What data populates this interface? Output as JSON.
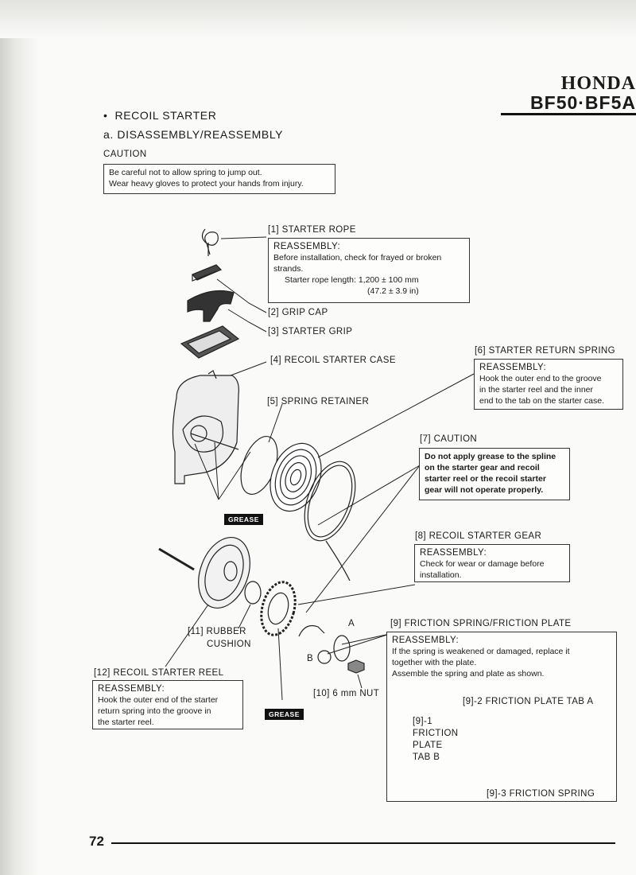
{
  "header": {
    "brand": "HONDA",
    "model": "BF50·BF5A"
  },
  "section": {
    "bullet": "•",
    "title": "RECOIL STARTER",
    "subtitle": "a. DISASSEMBLY/REASSEMBLY"
  },
  "caution": {
    "title": "CAUTION",
    "lines": [
      "Be careful not to allow spring to jump out.",
      "Wear heavy gloves to protect your hands from injury."
    ]
  },
  "parts": {
    "p1": {
      "label": "[1] STARTER ROPE",
      "heading": "REASSEMBLY:",
      "lines": [
        "Before installation, check for frayed or broken",
        "strands."
      ],
      "spec_label": "Starter rope length:",
      "spec_value": "1,200 ± 100 mm",
      "spec_value_in": "(47.2 ± 3.9 in)"
    },
    "p2": {
      "label": "[2] GRIP CAP"
    },
    "p3": {
      "label": "[3] STARTER GRIP"
    },
    "p4": {
      "label": "[4] RECOIL STARTER CASE"
    },
    "p5": {
      "label": "[5] SPRING RETAINER"
    },
    "p6": {
      "label": "[6] STARTER RETURN SPRING",
      "heading": "REASSEMBLY:",
      "lines": [
        "Hook the outer end to the groove",
        "in the starter reel and the inner",
        "end to the tab on the starter case."
      ]
    },
    "p7": {
      "label": "[7] CAUTION",
      "lines": [
        "Do not apply grease to the spline",
        "on the starter gear and recoil",
        "starter reel or the recoil starter",
        "gear will not operate properly."
      ]
    },
    "p8": {
      "label": "[8] RECOIL STARTER GEAR",
      "heading": "REASSEMBLY:",
      "lines": [
        "Check for wear or damage before",
        "installation."
      ]
    },
    "p9": {
      "label": "[9] FRICTION SPRING/FRICTION PLATE",
      "heading": "REASSEMBLY:",
      "lines": [
        "If the spring is weakened or damaged, replace it",
        "together with the plate.",
        "Assemble the spring and plate as shown."
      ],
      "sub1": [
        "[9]-1",
        "FRICTION",
        "PLATE",
        "TAB B"
      ],
      "sub2": "[9]-2 FRICTION PLATE TAB A",
      "sub3": "[9]-3 FRICTION SPRING"
    },
    "p10": {
      "label": "[10] 6 mm NUT"
    },
    "p11": {
      "label_1": "[11] RUBBER",
      "label_2": "CUSHION"
    },
    "p12": {
      "label": "[12] RECOIL STARTER REEL",
      "heading": "REASSEMBLY:",
      "lines": [
        "Hook the outer end of the starter",
        "return spring into the groove in",
        "the starter reel."
      ]
    }
  },
  "markers": {
    "a": "A",
    "b": "B"
  },
  "grease_tag": "GREASE",
  "page_number": "72"
}
